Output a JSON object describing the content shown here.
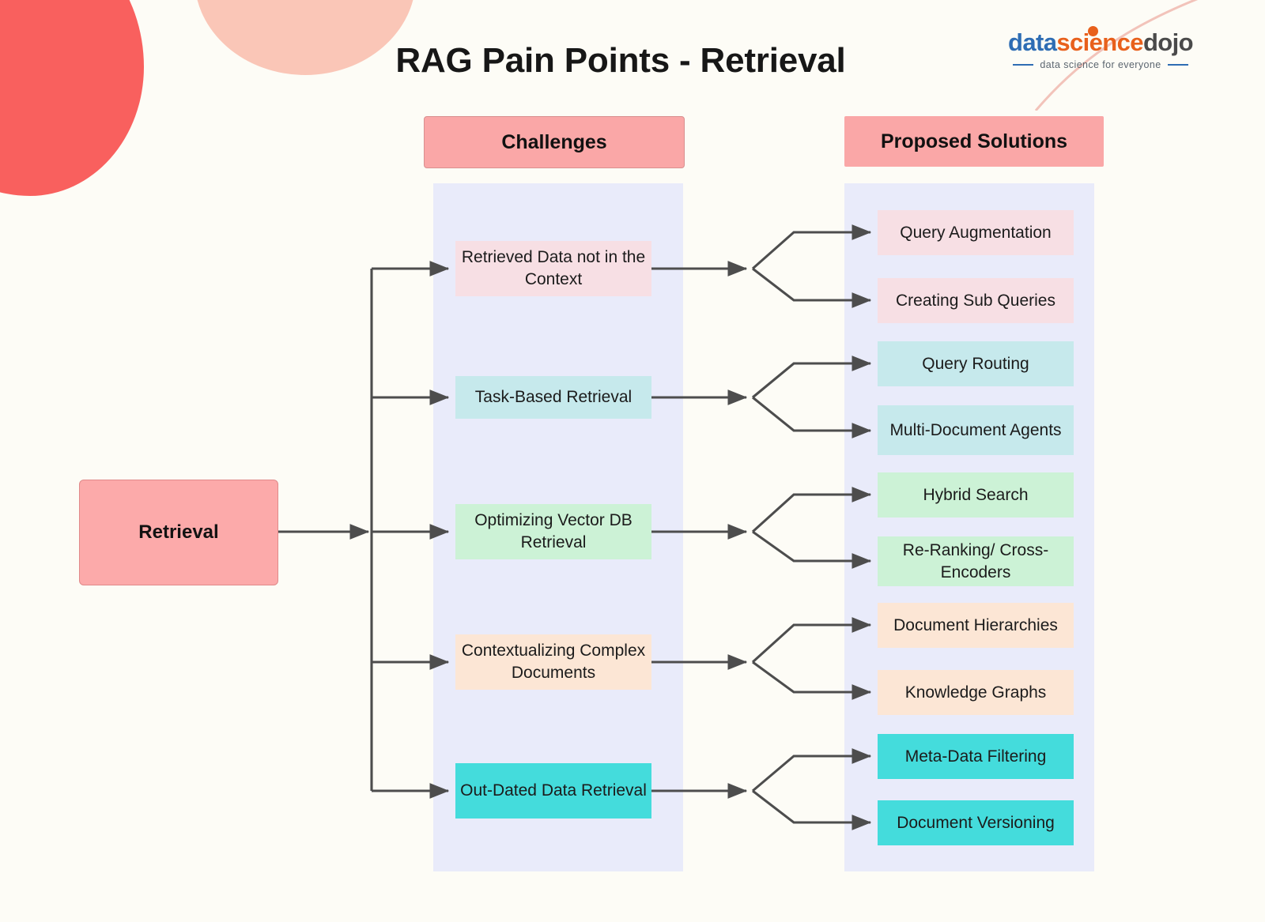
{
  "page": {
    "title": "RAG Pain Points - Retrieval",
    "background_color": "#FDFCF6",
    "panel_color": "#E9EBFA"
  },
  "logo": {
    "part_data": "data",
    "part_science": "science",
    "part_dojo": "dojo",
    "tagline": "data science for everyone",
    "color_data": "#2E6DB4",
    "color_science": "#E8601C",
    "color_dojo": "#4A4A4A"
  },
  "columns": {
    "challenges_header": "Challenges",
    "solutions_header": "Proposed Solutions",
    "header_color": "#FAA7A7"
  },
  "root": {
    "label": "Retrieval",
    "color": "#FCAAAA"
  },
  "groups": [
    {
      "challenge": "Retrieved Data not in the Context",
      "challenge_color": "#F7DFE4",
      "solution_color": "#F7DFE4",
      "solutions": [
        "Query Augmentation",
        "Creating Sub Queries"
      ]
    },
    {
      "challenge": "Task-Based Retrieval",
      "challenge_color": "#C6E9EC",
      "solution_color": "#C6E9EC",
      "solutions": [
        "Query Routing",
        "Multi-Document Agents"
      ]
    },
    {
      "challenge": "Optimizing Vector DB Retrieval",
      "challenge_color": "#CCF2D6",
      "solution_color": "#CCF2D6",
      "solutions": [
        "Hybrid Search",
        "Re-Ranking/ Cross-Encoders"
      ]
    },
    {
      "challenge": "Contextualizing Complex Documents",
      "challenge_color": "#FCE6D5",
      "solution_color": "#FCE6D5",
      "solutions": [
        "Document Hierarchies",
        "Knowledge Graphs"
      ]
    },
    {
      "challenge": "Out-Dated Data Retrieval",
      "challenge_color": "#44DCDC",
      "solution_color": "#44DCDC",
      "solutions": [
        "Meta-Data Filtering",
        "Document Versioning"
      ]
    }
  ],
  "decor": {
    "blob_coral_color": "#F9605E",
    "blob_salmon_color": "#FAC6B7",
    "swoosh_color": "#F2C3BA"
  },
  "connector": {
    "line_color": "#4D4D4D"
  }
}
